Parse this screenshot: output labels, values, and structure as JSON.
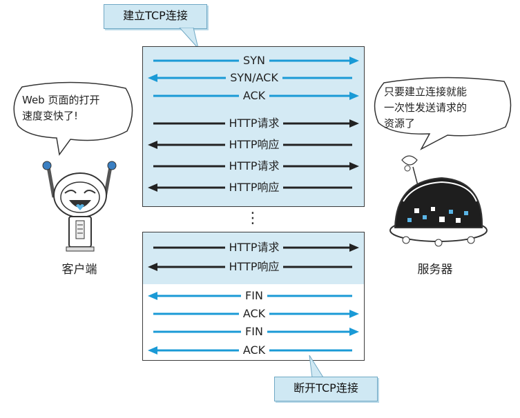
{
  "callouts": {
    "establish": "建立TCP连接",
    "close": "断开TCP连接"
  },
  "client": {
    "label": "客户端",
    "bubble_line1": "Web 页面的打开",
    "bubble_line2": "速度变快了!"
  },
  "server": {
    "label": "服务器",
    "bubble_line1": "只要建立连接就能",
    "bubble_line2": "一次性发送请求的",
    "bubble_line3": "资源了"
  },
  "handshake": [
    {
      "label": "SYN",
      "direction": "right"
    },
    {
      "label": "SYN/ACK",
      "direction": "left"
    },
    {
      "label": "ACK",
      "direction": "right"
    }
  ],
  "http_block1": [
    {
      "label": "HTTP请求",
      "direction": "right"
    },
    {
      "label": "HTTP响应",
      "direction": "left"
    },
    {
      "label": "HTTP请求",
      "direction": "right"
    },
    {
      "label": "HTTP响应",
      "direction": "left"
    }
  ],
  "ellipsis": "⋮",
  "http_block2": [
    {
      "label": "HTTP请求",
      "direction": "right"
    },
    {
      "label": "HTTP响应",
      "direction": "left"
    }
  ],
  "teardown": [
    {
      "label": "FIN",
      "direction": "left"
    },
    {
      "label": "ACK",
      "direction": "right"
    },
    {
      "label": "FIN",
      "direction": "right"
    },
    {
      "label": "ACK",
      "direction": "left"
    }
  ],
  "colors": {
    "tcp_arrow": "#1a9ad6",
    "http_arrow": "#222222",
    "panel_blue": "#d4eaf4",
    "callout_bg": "#cfe8f3"
  },
  "icons": {
    "client": "robot-client-icon",
    "server": "dome-server-icon"
  }
}
